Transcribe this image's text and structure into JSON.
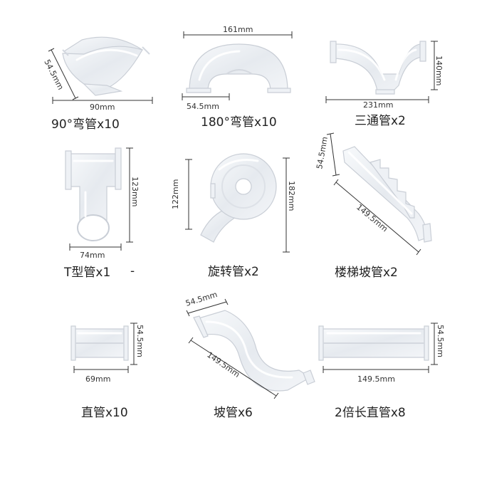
{
  "items": [
    {
      "name": "90°弯管x10",
      "dims": [
        "54.5mm",
        "90mm"
      ]
    },
    {
      "name": "180°弯管x10",
      "dims": [
        "161mm",
        "54.5mm"
      ]
    },
    {
      "name": "三通管x2",
      "dims": [
        "140mm",
        "231mm"
      ]
    },
    {
      "name": "T型管x1",
      "dims": [
        "123mm",
        "74mm"
      ]
    },
    {
      "name": "旋转管x2",
      "dims": [
        "122mm",
        "182mm"
      ]
    },
    {
      "name": "楼梯坡管x2",
      "dims": [
        "54.5mm",
        "149.5mm"
      ]
    },
    {
      "name": "直管x10",
      "dims": [
        "54.5mm",
        "69mm"
      ]
    },
    {
      "name": "坡管x6",
      "dims": [
        "54.5mm",
        "149.5mm"
      ]
    },
    {
      "name": "2倍长直管x8",
      "dims": [
        "54.5mm",
        "149.5mm"
      ]
    }
  ],
  "stray_mark": "-"
}
